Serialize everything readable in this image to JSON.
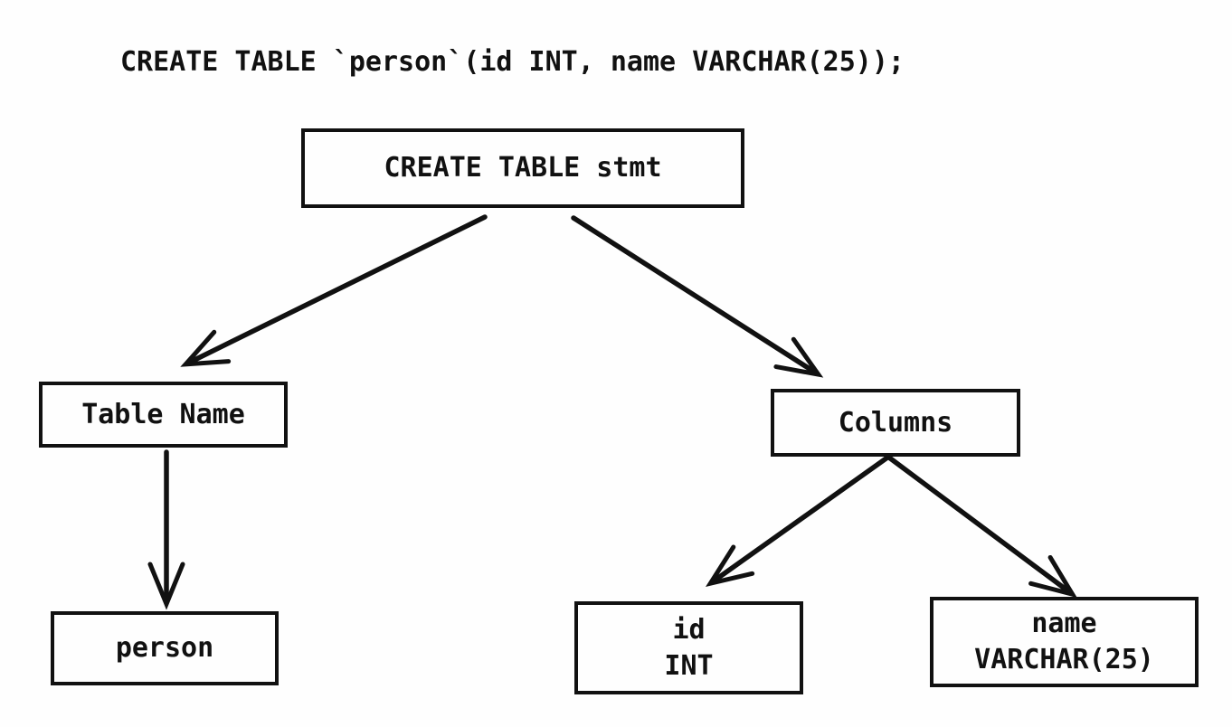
{
  "diagram": {
    "title": "CREATE TABLE `person`(id INT, name VARCHAR(25));",
    "colors": {
      "ink": "#111111",
      "background": "#fefefe"
    },
    "nodes": {
      "root": {
        "label": "CREATE TABLE stmt"
      },
      "table_name": {
        "label": "Table Name"
      },
      "columns": {
        "label": "Columns"
      },
      "person": {
        "label": "person"
      },
      "col_id": {
        "lines": [
          "id",
          "INT"
        ]
      },
      "col_name": {
        "lines": [
          "name",
          "VARCHAR(25)"
        ]
      }
    },
    "edges": [
      {
        "from": "CREATE TABLE stmt",
        "to": "Table Name"
      },
      {
        "from": "CREATE TABLE stmt",
        "to": "Columns"
      },
      {
        "from": "Table Name",
        "to": "person"
      },
      {
        "from": "Columns",
        "to": "id INT"
      },
      {
        "from": "Columns",
        "to": "name VARCHAR(25)"
      }
    ]
  }
}
